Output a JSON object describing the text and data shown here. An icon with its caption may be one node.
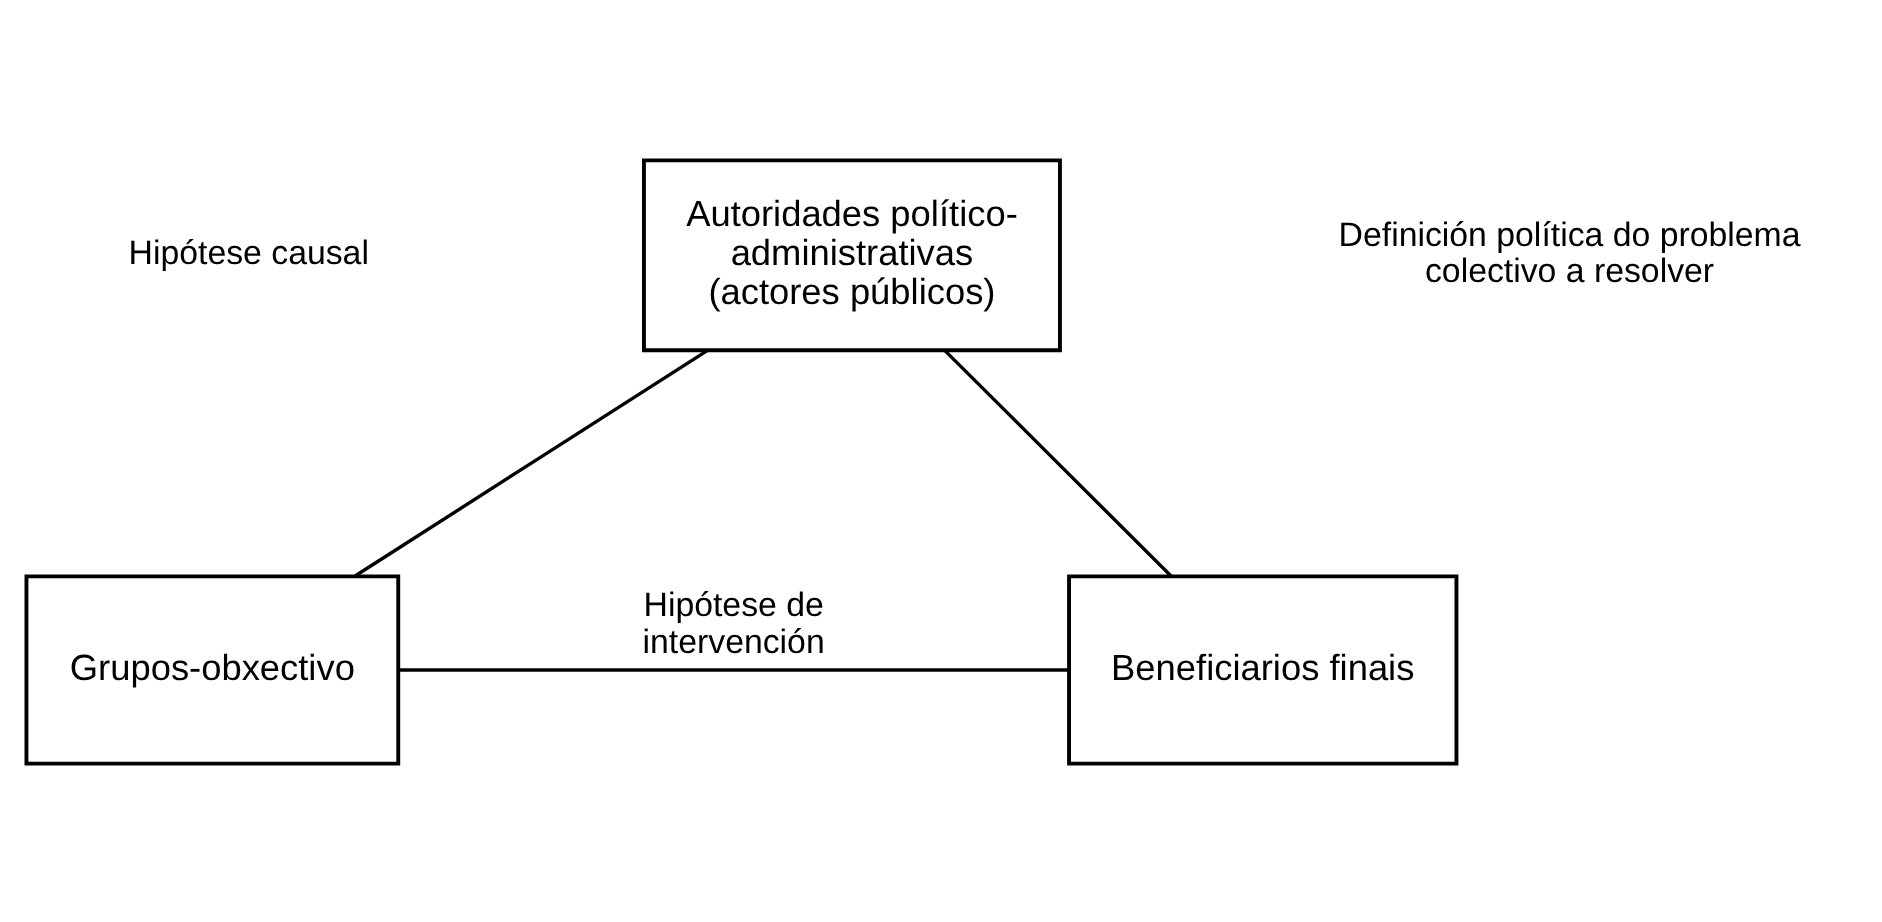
{
  "diagram": {
    "nodes": [
      {
        "text": [
          "Autoridades político-administrativas (actores públicos)"
        ]
      },
      {
        "text": [
          "Grupos-obxectivo"
        ]
      },
      {
        "text": [
          "Beneficiarios finais"
        ]
      }
    ],
    "edges": [
      {
        "from": 0,
        "to": 1,
        "arrow": "none"
      },
      {
        "from": 0,
        "to": 2,
        "arrow": "none"
      },
      {
        "from": 1,
        "to": 2,
        "arrow": "none",
        "label": "Hipótese de intervención"
      }
    ],
    "labels": [
      "Hipótese causal",
      "Definición política do problema colectivo a resolver"
    ]
  }
}
